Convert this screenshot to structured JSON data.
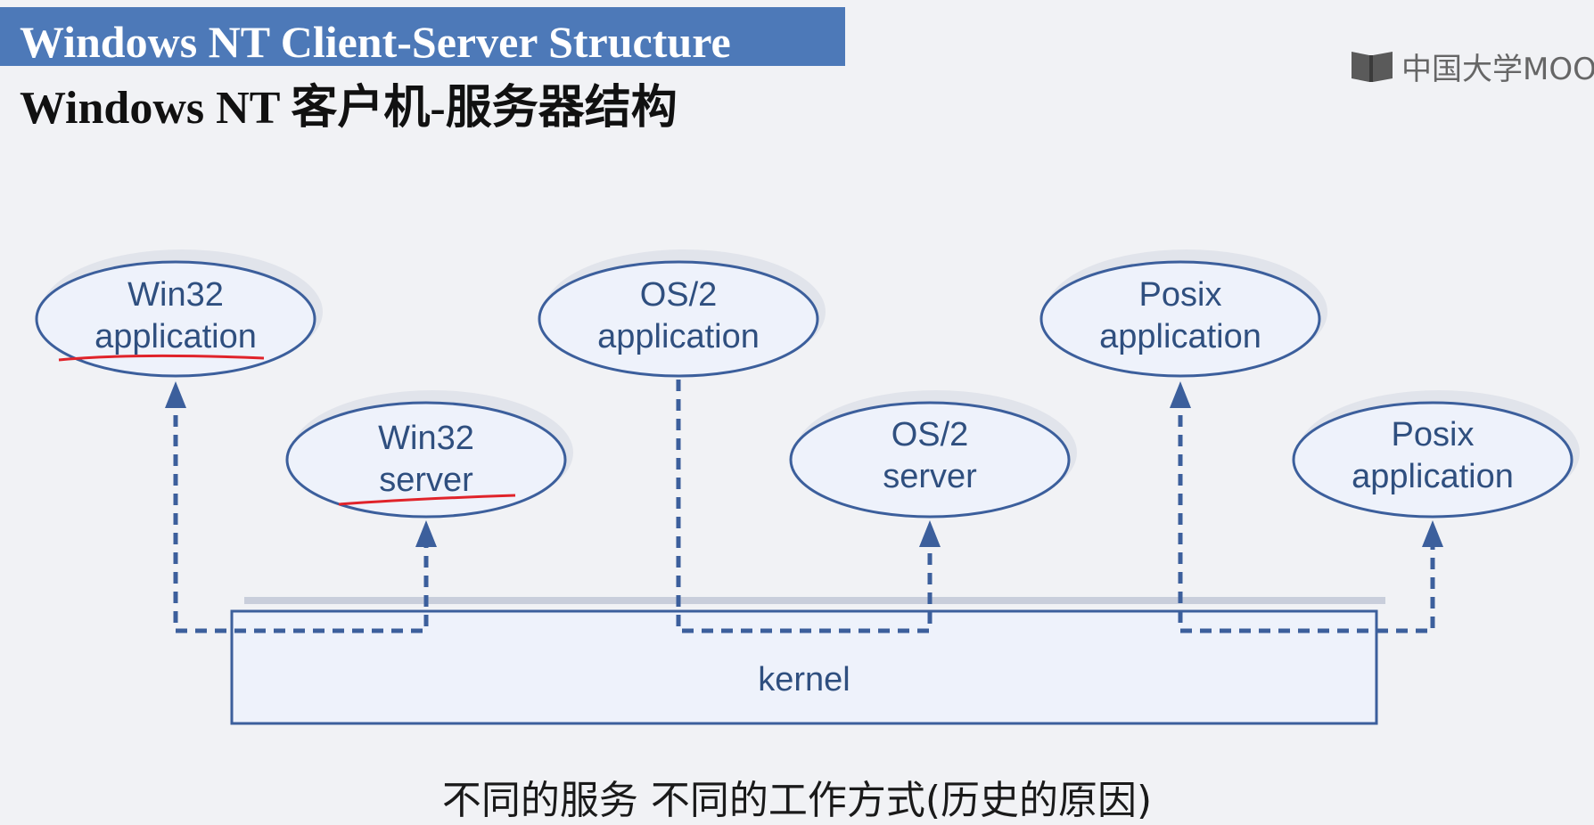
{
  "header": {
    "title_en": "Windows NT Client-Server Structure",
    "title_cn": "Windows NT 客户机-服务器结构"
  },
  "logo": {
    "text": "中国大学MOOC",
    "icon": "mooc-logo-icon"
  },
  "diagram": {
    "nodes": {
      "win32_app": {
        "line1": "Win32",
        "line2": "application"
      },
      "win32_srv": {
        "line1": "Win32",
        "line2": "server"
      },
      "os2_app": {
        "line1": "OS/2",
        "line2": "application"
      },
      "os2_srv": {
        "line1": "OS/2",
        "line2": "server"
      },
      "posix_app": {
        "line1": "Posix",
        "line2": "application"
      },
      "posix_app2": {
        "line1": "Posix",
        "line2": "application"
      }
    },
    "kernel": "kernel"
  },
  "subtitle": "不同的服务 不同的工作方式(历史的原因)",
  "colors": {
    "title_bg": "#4d79b8",
    "node_stroke": "#3c5f9c",
    "node_fill": "#eef2fb",
    "annotation": "#e0232a"
  }
}
